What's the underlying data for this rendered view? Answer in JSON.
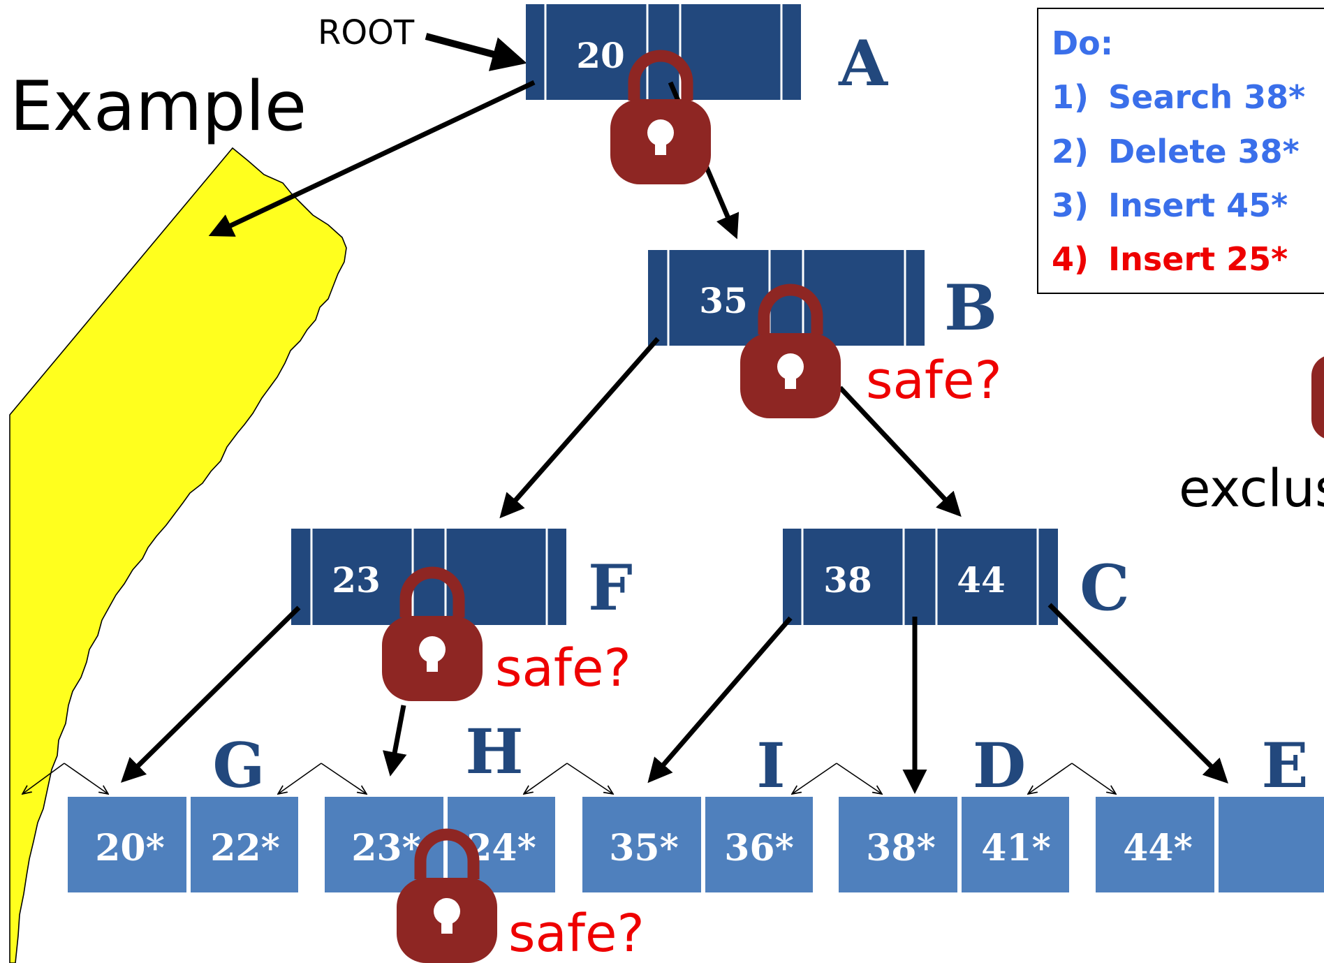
{
  "title": "Example",
  "root_label": "ROOT",
  "colors": {
    "inner_node": "#22487D",
    "leaf_node": "#4F80BD",
    "node_label": "#22487D",
    "lock": "#8E2623",
    "safe_text": "#EE0000",
    "todo_blue": "#3A6FEA",
    "todo_red": "#EE0000",
    "highlight": "#FFFF1E"
  },
  "todo": {
    "heading": "Do:",
    "items": [
      {
        "num": "1)",
        "text": "Search 38*"
      },
      {
        "num": "2)",
        "text": "Delete 38*"
      },
      {
        "num": "3)",
        "text": "Insert 45*"
      },
      {
        "num": "4)",
        "text": "Insert 25*"
      }
    ]
  },
  "nodes": {
    "A": {
      "label": "A",
      "keys": [
        "20",
        ""
      ]
    },
    "B": {
      "label": "B",
      "keys": [
        "35",
        ""
      ]
    },
    "F": {
      "label": "F",
      "keys": [
        "23",
        ""
      ]
    },
    "C": {
      "label": "C",
      "keys": [
        "38",
        "44"
      ]
    }
  },
  "leaves": {
    "G": {
      "label": "G",
      "keys": [
        "20*",
        "22*"
      ]
    },
    "H": {
      "label": "H",
      "keys": [
        "23*",
        "24*"
      ]
    },
    "I": {
      "label": "I",
      "keys": [
        "35*",
        "36*"
      ]
    },
    "D": {
      "label": "D",
      "keys": [
        "38*",
        "41*"
      ]
    },
    "E": {
      "label": "E",
      "keys": [
        "44*",
        ""
      ]
    }
  },
  "safe_label": "safe?",
  "legend_partial": "exclus",
  "icons": [
    "lock-icon"
  ]
}
